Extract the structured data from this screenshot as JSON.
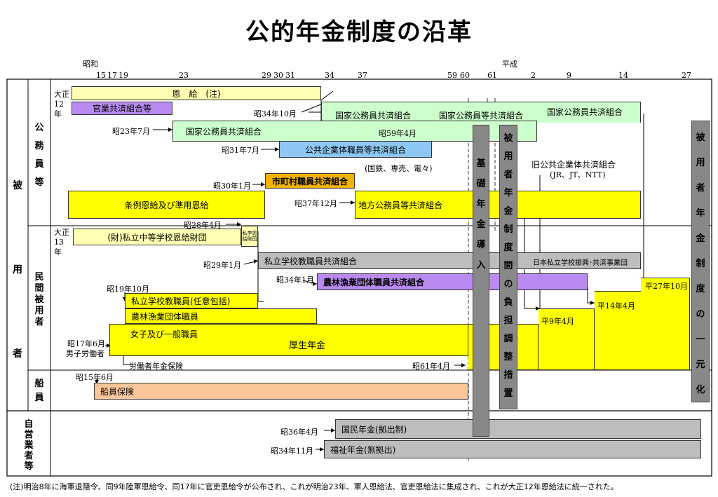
{
  "title": "公的年金制度の沿革",
  "axis": {
    "showa": "昭和",
    "heisei": "平成",
    "showa_years": [
      "15",
      "17",
      "19",
      "23",
      "29",
      "30",
      "31",
      "34",
      "37",
      "59",
      "60",
      "61"
    ],
    "heisei_years": [
      "2",
      "9",
      "14",
      "27"
    ]
  },
  "rows": {
    "hiyosha": "被用者",
    "komuin": "公務員等",
    "minkan": "民間被用者",
    "senin": "船員",
    "jieigyo": "自営業者等"
  },
  "bars": {
    "onkyu": "恩　給　(注)",
    "kangyo": "官業共済組合等",
    "kokka1": "国家公務員共済組合",
    "kokka2": "国家公務員共済組合",
    "kokka_to": "国家公務員等共済組合",
    "kokka3": "国家公務員共済組合",
    "kokyo": "公共企業体職員等共済組合",
    "kokyo_note": "(国鉄、専売、電々)",
    "shichoson": "市町村職員共済組合",
    "jorei": "条例恩給及び準用恩給",
    "chiho": "地方公務員等共済組合",
    "shiritsu_chuto": "(財)私立中等学校恩給財団",
    "shigaku_onkyu": "私学恩給財団",
    "shiritsu_kyoin": "私立学校教職員共済組合",
    "nihon_shiritsu": "日本私立学校振興･共済事業団",
    "norin_kumiai": "農林漁業団体職員共済組合",
    "shiritsu_nin": "私立学校教職員(任意包括)",
    "norin_shokuin": "農林漁業団体職員",
    "joshi": "女子及び一般職員",
    "kosei": "厚生年金",
    "senin_hoken": "船員保険",
    "kokumin": "国民年金(拠出制)",
    "fukushi": "福祉年金(無拠出)"
  },
  "vertical": {
    "kiso": "基礎年金導入",
    "futan": "被用者年金制度間の負担調整措置",
    "ichigen": "被用者年金制度の一元化"
  },
  "labels": {
    "taisho12": "大正12年",
    "taisho13": "大正13年",
    "s34_10": "昭34年10月",
    "s23_7": "昭23年7月",
    "s59_4": "昭59年4月",
    "s31_7": "昭31年7月",
    "s30_1": "昭30年1月",
    "s37_12": "昭37年12月",
    "s28_4": "昭28年4月",
    "s29_1": "昭29年1月",
    "s34_1": "昭34年1月",
    "s19_10": "昭19年10月",
    "s17_6": "昭17年6月",
    "danshi": "男子労働者",
    "rodosha": "労働者年金保険",
    "s61_4": "昭61年4月",
    "s15_6": "昭15年6月",
    "s36_4": "昭36年4月",
    "s34_11": "昭34年11月",
    "kyu_kokyo": "旧公共企業体共済組合",
    "kyu_kokyo_sub": "(JR、JT、NTT)",
    "h9_4": "平9年4月",
    "h14_4": "平14年4月",
    "h27_10": "平27年10月"
  },
  "note": "(注)明治8年に海軍退隠令、同9年陸軍恩給令、同17年に官吏恩給令が公布され、これが明治23年、軍人恩給法、官吏恩給法に集成され、これが大正12年恩給法に統一された。",
  "colors": {
    "yellow": "#ffff00",
    "light_yellow": "#ffffb3",
    "purple": "#b98aef",
    "light_green": "#ccffcc",
    "light_blue": "#8ec8f2",
    "orange": "#f0b400",
    "gray": "#bdbdbd",
    "peach": "#fbc69a",
    "dark_gray": "#888888"
  }
}
